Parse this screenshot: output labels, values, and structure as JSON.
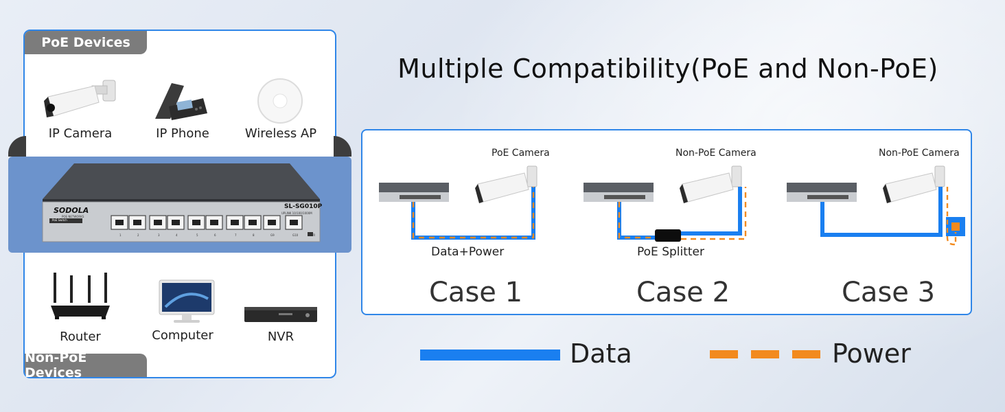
{
  "title": "Multiple Compatibility(PoE and Non-PoE)",
  "poe_devices": {
    "heading": "PoE Devices",
    "items": [
      {
        "label": "IP Camera",
        "icon": "ip-camera-icon"
      },
      {
        "label": "IP Phone",
        "icon": "ip-phone-icon"
      },
      {
        "label": "Wireless AP",
        "icon": "wireless-ap-icon"
      }
    ]
  },
  "non_poe_devices": {
    "heading": "Non-PoE Devices",
    "items": [
      {
        "label": "Router",
        "icon": "router-icon"
      },
      {
        "label": "Computer",
        "icon": "computer-icon"
      },
      {
        "label": "NVR",
        "icon": "nvr-icon"
      }
    ]
  },
  "switch": {
    "brand": "SODOLA",
    "brand_sub": "POE NETWORKS",
    "model": "SL-SG010P",
    "model_sub": "UPLINK 10/100/1000M",
    "badge": "PoE Switch",
    "port_labels": [
      "1",
      "2",
      "3",
      "4",
      "5",
      "6",
      "7",
      "8",
      "G9",
      "G10",
      "PWR"
    ]
  },
  "cases": [
    {
      "camera": "PoE Camera",
      "connection": "Data+Power",
      "label": "Case 1"
    },
    {
      "camera": "Non-PoE Camera",
      "connection": "PoE Splitter",
      "label": "Case 2"
    },
    {
      "camera": "Non-PoE Camera",
      "connection": "",
      "label": "Case 3"
    }
  ],
  "legend": {
    "data": "Data",
    "power": "Power"
  },
  "colors": {
    "data": "#1a7ff0",
    "power": "#f28a1e",
    "accent_border": "#2f86e8",
    "tag_gray": "#7c7c7c"
  }
}
